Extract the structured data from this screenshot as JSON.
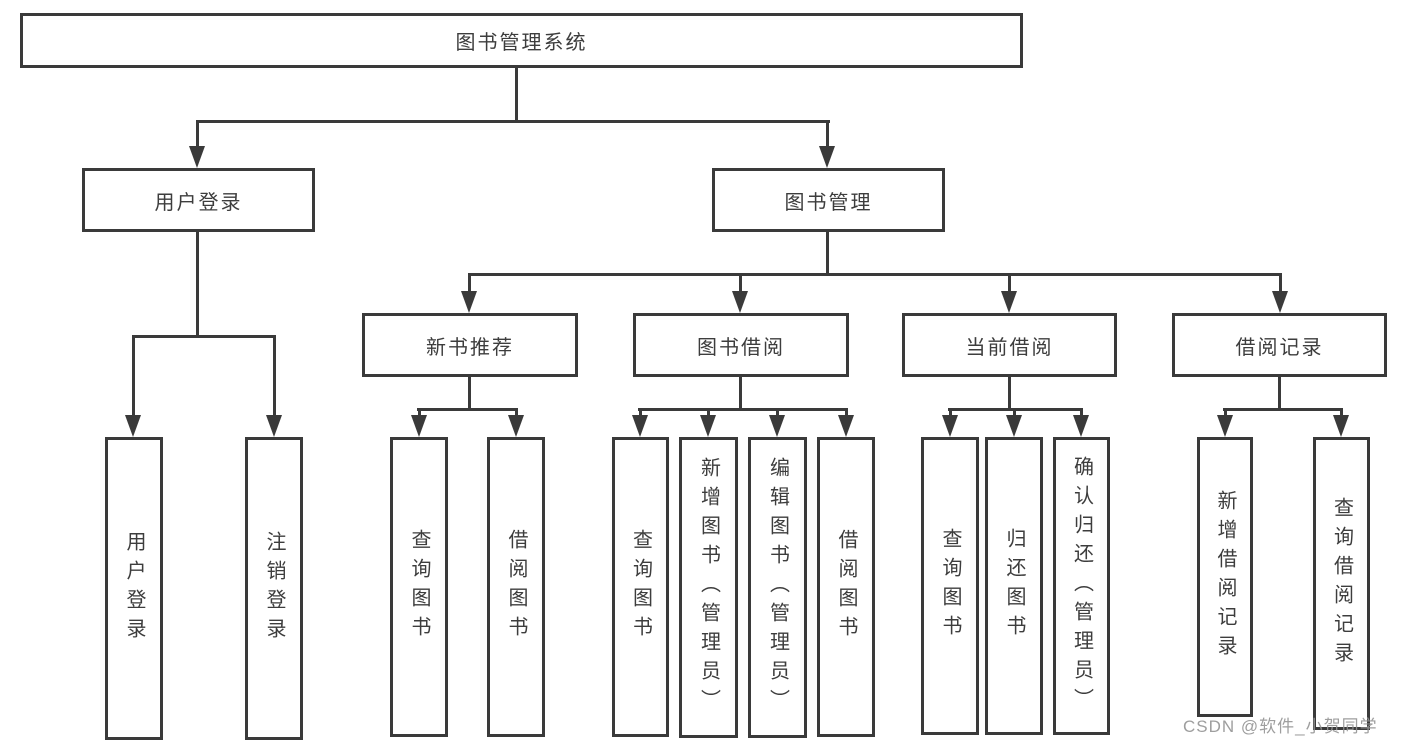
{
  "diagram_type": "hierarchy-tree",
  "colors": {
    "line": "#3a3a3a",
    "text": "#3d3d3d",
    "background": "#ffffff",
    "watermark": "#949494"
  },
  "tree": {
    "label": "图书管理系统",
    "children": [
      {
        "label": "用户登录",
        "children": [
          {
            "label": "用户登录"
          },
          {
            "label": "注销登录"
          }
        ]
      },
      {
        "label": "图书管理",
        "children": [
          {
            "label": "新书推荐",
            "children": [
              {
                "label": "查询图书"
              },
              {
                "label": "借阅图书"
              }
            ]
          },
          {
            "label": "图书借阅",
            "children": [
              {
                "label": "查询图书"
              },
              {
                "label": "新增图书（管理员）"
              },
              {
                "label": "编辑图书（管理员）"
              },
              {
                "label": "借阅图书"
              }
            ]
          },
          {
            "label": "当前借阅",
            "children": [
              {
                "label": "查询图书"
              },
              {
                "label": "归还图书"
              },
              {
                "label": "确认归还（管理员）"
              }
            ]
          },
          {
            "label": "借阅记录",
            "children": [
              {
                "label": "新增借阅记录"
              },
              {
                "label": "查询借阅记录"
              }
            ]
          }
        ]
      }
    ]
  },
  "watermark": {
    "text": "CSDN @软件_小贺同学"
  }
}
